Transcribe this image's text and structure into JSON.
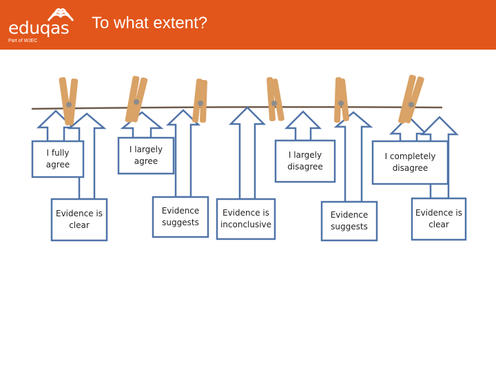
{
  "header": {
    "brand_name": "eduqas",
    "brand_sub": "Part of WJEC",
    "title": "To what extent?",
    "icon": "open-book-icon"
  },
  "colors": {
    "brand": "#e2561b",
    "arrow_stroke": "#4f73a8",
    "string": "#6e5a4a",
    "peg_wood": "#d9a266",
    "peg_spring": "#8c8c8c"
  },
  "labels": {
    "top": [
      "I fully\nagree",
      "I largely\nagree",
      "I largely\ndisagree",
      "I completely\ndisagree"
    ],
    "bottom": [
      "Evidence is\nclear",
      "Evidence\nsuggests",
      "Evidence is\ninconclusive",
      "Evidence\nsuggests",
      "Evidence is\nclear"
    ]
  }
}
